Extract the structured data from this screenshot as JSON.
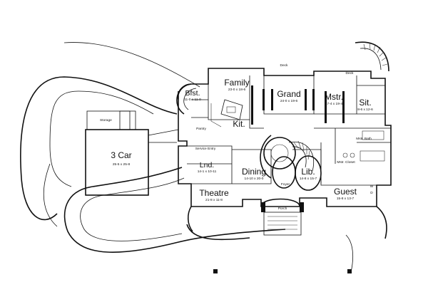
{
  "plan": {
    "rooms": {
      "garage": {
        "name": "3 Car",
        "dim": "25-5 x 25-8"
      },
      "storage": {
        "name": "Storage"
      },
      "bfst": {
        "name": "Bfst.",
        "dim": "11-0 x 11-0"
      },
      "family": {
        "name": "Family",
        "dim": "23-0 x 18-6"
      },
      "grand": {
        "name": "Grand",
        "dim": "24-0 x 19-6"
      },
      "mstr": {
        "name": "Mstr.",
        "dim": "17-4 x 19-4"
      },
      "sit": {
        "name": "Sit.",
        "dim": "8-6 x 12-6"
      },
      "kit": {
        "name": "Kit."
      },
      "pantry": {
        "name": "Pantry"
      },
      "lnd": {
        "name": "Lnd.",
        "dim": "14-1 x 10-11"
      },
      "dining": {
        "name": "Dining",
        "dim": "14-10 x 20-0"
      },
      "lib": {
        "name": "Lib.",
        "dim": "14-8 x 15-7"
      },
      "theatre": {
        "name": "Theatre",
        "dim": "21-8 x 11-8"
      },
      "guest": {
        "name": "Guest",
        "dim": "15-8 x 13-7"
      },
      "foyer": {
        "name": "Foyer"
      },
      "porch": {
        "name": "Porch"
      },
      "deck_top": {
        "name": "Deck"
      },
      "deck_right": {
        "name": "Deck"
      },
      "service": {
        "name": "Service Entry"
      },
      "mstr_bath": {
        "name": "Mstr. Bath"
      },
      "mstr_closet": {
        "name": "Mstr. Closet"
      },
      "w": {
        "name": "W"
      },
      "d": {
        "name": "D"
      }
    },
    "colors": {
      "line": "#111111",
      "background": "#ffffff",
      "hatch": "#888888"
    }
  }
}
